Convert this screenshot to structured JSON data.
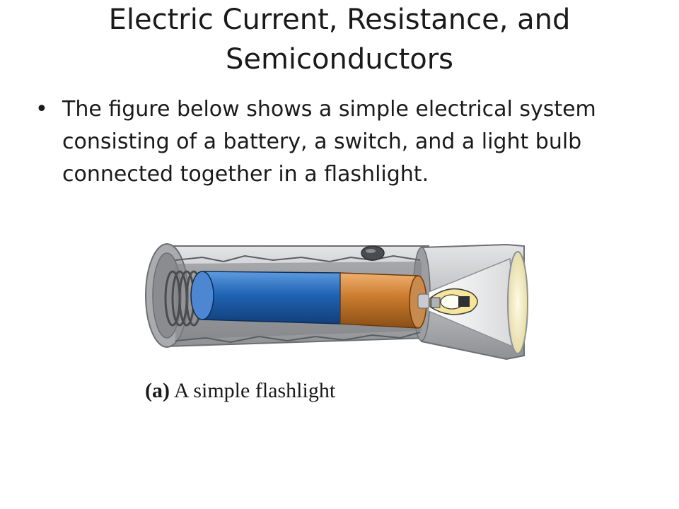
{
  "slide": {
    "title_lines": [
      "Electric Current, Resistance, and",
      "Semiconductors"
    ],
    "bullets": [
      "The figure below shows a simple electrical system consisting of a battery, a switch, and a light bulb connected together in a flashlight."
    ],
    "figure": {
      "caption_tag": "(a)",
      "caption_text": " A simple flashlight",
      "icons": [
        "flashlight-illustration",
        "spring-icon",
        "battery-icon",
        "switch-icon",
        "light-bulb-icon"
      ],
      "colors": {
        "battery_blue": "#1f63b3",
        "battery_orange": "#c97a2c",
        "casing": "#b9bbbe",
        "lens": "#f3edc7"
      }
    }
  }
}
